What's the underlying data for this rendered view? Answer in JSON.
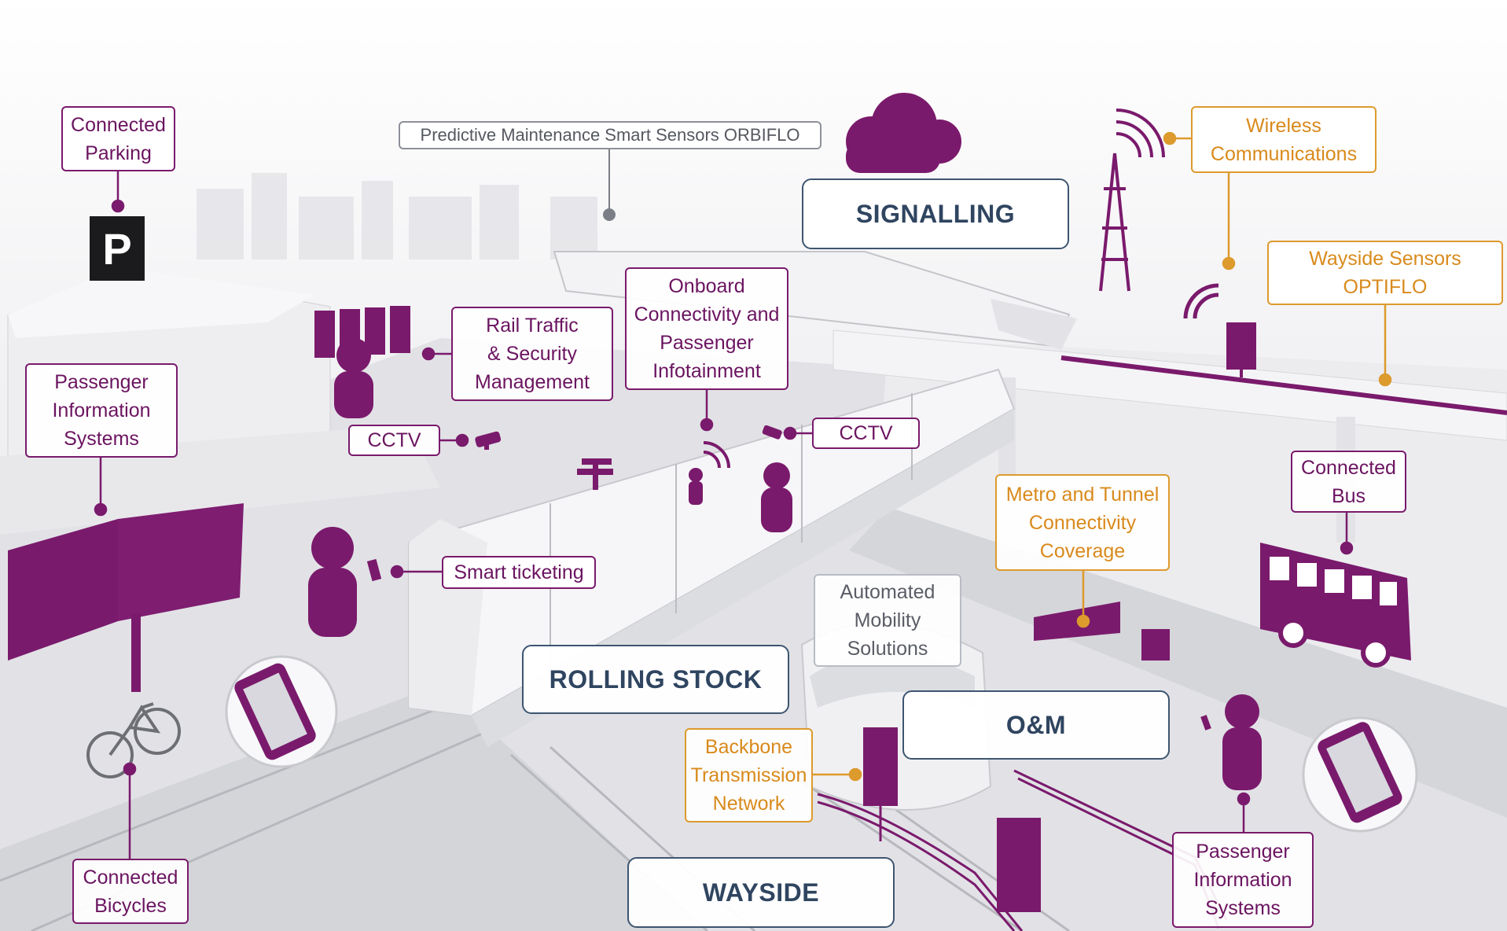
{
  "categories": {
    "signalling": "SIGNALLING",
    "rolling_stock": "ROLLING STOCK",
    "om": "O&M",
    "wayside": "WAYSIDE"
  },
  "labels": {
    "connected_parking": "Connected\nParking",
    "predictive_maintenance": "Predictive Maintenance  Smart Sensors ORBIFLO",
    "wireless_communications": "Wireless\nCommunications",
    "wayside_sensors": "Wayside Sensors\nOPTIFLO",
    "rail_traffic": "Rail Traffic\n& Security\nManagement",
    "onboard_connectivity": "Onboard\nConnectivity and\nPassenger\nInfotainment",
    "passenger_info_left": "Passenger\nInformation\nSystems",
    "cctv_left": "CCTV",
    "cctv_right": "CCTV",
    "smart_ticketing": "Smart ticketing",
    "metro_tunnel": "Metro and Tunnel\nConnectivity\nCoverage",
    "connected_bus": "Connected\nBus",
    "automated_mobility": "Automated\nMobility\nSolutions",
    "backbone": "Backbone\nTransmission\nNetwork",
    "connected_bicycles": "Connected\nBicycles",
    "passenger_info_right": "Passenger\nInformation\nSystems",
    "parking_sign": "P"
  },
  "colors": {
    "purple": "#7a1a6c",
    "orange": "#dd9a2d",
    "navy": "#3d5570",
    "scene": "#e6e6ea"
  }
}
